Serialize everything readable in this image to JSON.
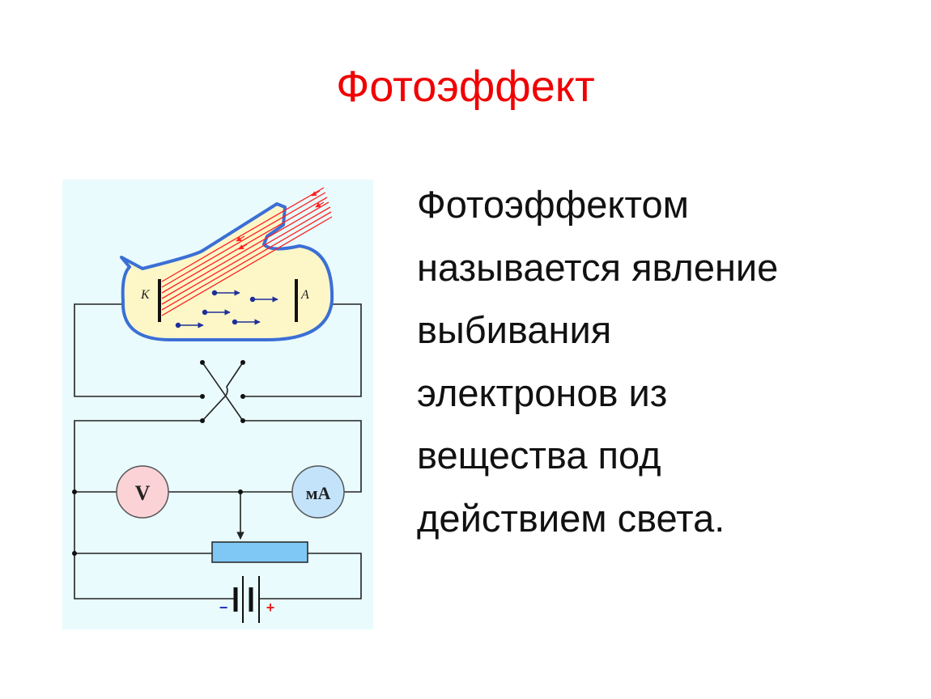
{
  "slide": {
    "title": "Фотоэффект",
    "body_lines": [
      "Фотоэффектом",
      "называется явление",
      "выбивания",
      "электронов из",
      "вещества под",
      "действием света."
    ]
  },
  "diagram": {
    "cathode_label": "K",
    "anode_label": "A",
    "voltmeter_label": "V",
    "ammeter_label": "мA",
    "battery_minus": "−",
    "battery_plus": "+",
    "colors": {
      "background": "#e9fbfd",
      "bulb_fill": "#fdf7c8",
      "bulb_glass": "#3b6fd6",
      "rays": "#ff2020",
      "electrons": "#1f2f9a",
      "voltmeter_fill": "#fbd3d6",
      "ammeter_fill": "#c3e3fb",
      "rheostat_fill": "#7fc8f5"
    }
  }
}
